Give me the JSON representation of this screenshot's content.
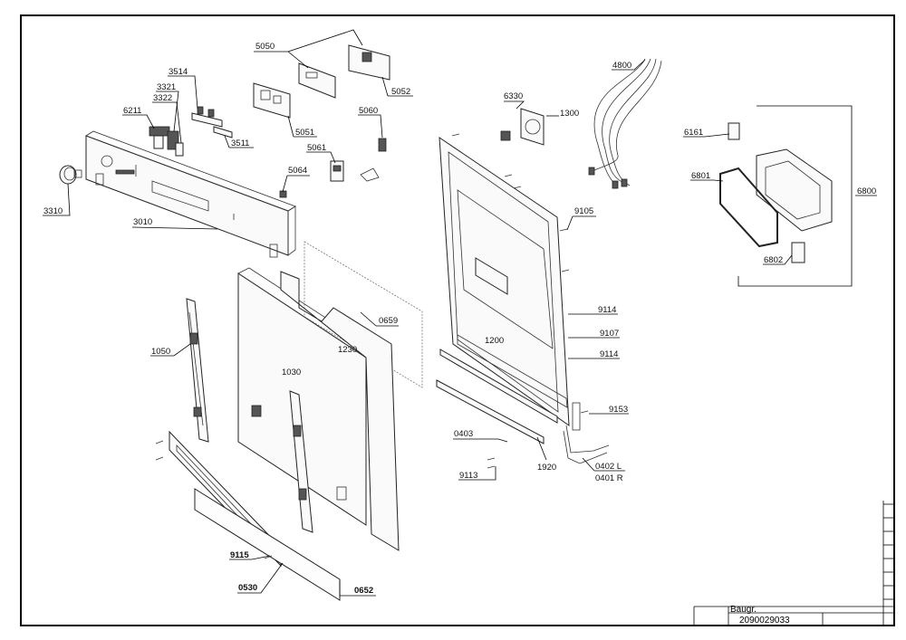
{
  "labels": {
    "p5050": "5050",
    "p5052": "5052",
    "p3514": "3514",
    "p3321": "3321",
    "p3322": "3322",
    "p6211": "6211",
    "p3511": "3511",
    "p5051": "5051",
    "p5060": "5060",
    "p5061": "5061",
    "p5064": "5064",
    "p3310": "3310",
    "p3010": "3010",
    "p0659": "0659",
    "p1230": "1230",
    "p1030": "1030",
    "p1050": "1050",
    "p9115": "9115",
    "p0530": "0530",
    "p0652": "0652",
    "p6330": "6330",
    "p1300": "1300",
    "p4800": "4800",
    "p6161": "6161",
    "p6801": "6801",
    "p6800": "6800",
    "p6802": "6802",
    "p9105": "9105",
    "p9114a": "9114",
    "p9107": "9107",
    "p9114b": "9114",
    "p1200": "1200",
    "p9153": "9153",
    "p0403": "0403",
    "p1920": "1920",
    "p0402": "0402 L",
    "p0401": "0401 R",
    "p9113": "9113"
  },
  "title_block": {
    "group_label": "Baugr.",
    "drawing_number": "2090029033"
  }
}
